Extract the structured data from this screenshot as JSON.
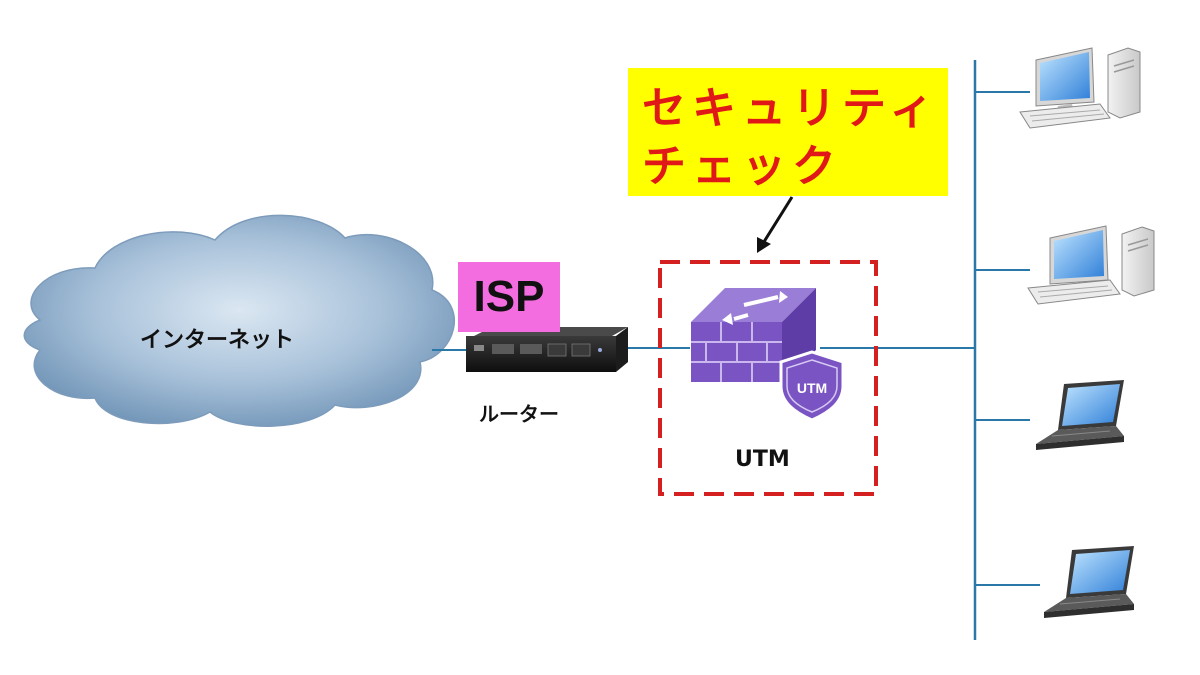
{
  "nodes": {
    "internet": "インターネット",
    "isp": "ISP",
    "router": "ルーター",
    "utm": "UTM",
    "utm_badge": "UTM"
  },
  "callout": {
    "line1": "セキュリティ",
    "line2": "チェック"
  },
  "colors": {
    "cloud": "#8fb0cf",
    "isp_box": "#f46de0",
    "callout_box": "#ffff00",
    "callout_text": "#e01818",
    "dashed_border": "#d42020",
    "network_line": "#2a78a8",
    "utm_icon": "#7a54c2"
  },
  "icons": [
    "cloud-icon",
    "router-icon",
    "firewall-icon",
    "shield-icon",
    "desktop-pc-icon",
    "laptop-icon",
    "arrow-icon"
  ]
}
